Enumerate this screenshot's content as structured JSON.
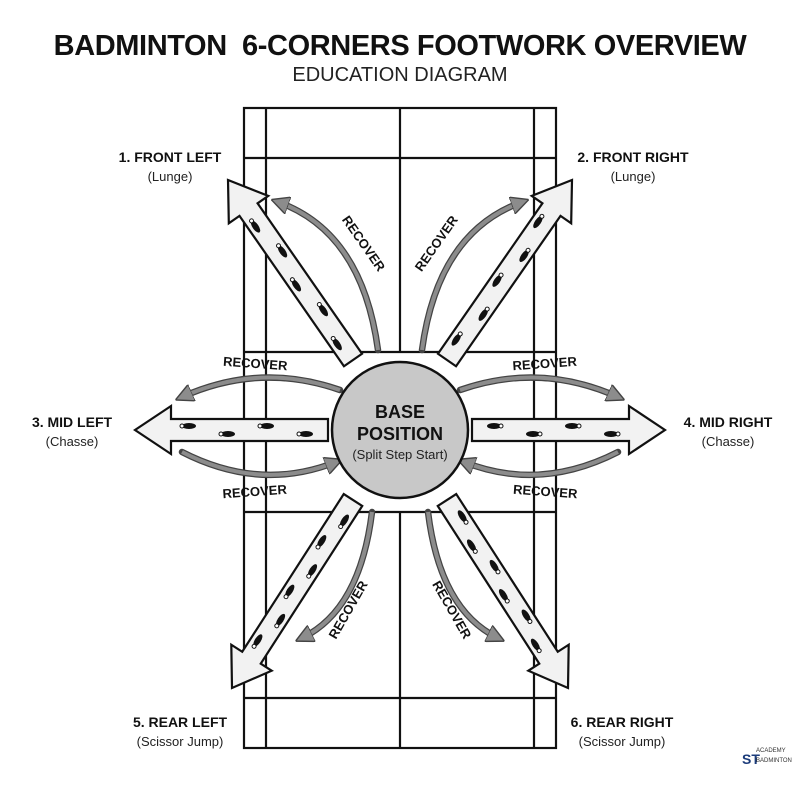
{
  "header": {
    "title": "BADMINTON  6-CORNERS FOOTWORK OVERVIEW",
    "subtitle": "EDUCATION DIAGRAM"
  },
  "center": {
    "line1": "BASE",
    "line2": "POSITION",
    "line3": "(Split Step Start)"
  },
  "corners": [
    {
      "name": "1. FRONT LEFT",
      "move": "(Lunge)"
    },
    {
      "name": "2. FRONT RIGHT",
      "move": "(Lunge)"
    },
    {
      "name": "3. MID LEFT",
      "move": "(Chasse)"
    },
    {
      "name": "4. MID RIGHT",
      "move": "(Chasse)"
    },
    {
      "name": "5. REAR LEFT",
      "move": "(Scissor Jump)"
    },
    {
      "name": "6. REAR RIGHT",
      "move": "(Scissor Jump)"
    }
  ],
  "recover_label": "RECOVER",
  "logo": {
    "line1": "ACADEMY",
    "mark": "ST",
    "line2": "BADMINTON"
  },
  "colors": {
    "ink": "#111111",
    "arrow_fill": "#f2f2f2",
    "recover_arrow": "#8c8c8c",
    "base_circle": "#c8c8c8"
  }
}
